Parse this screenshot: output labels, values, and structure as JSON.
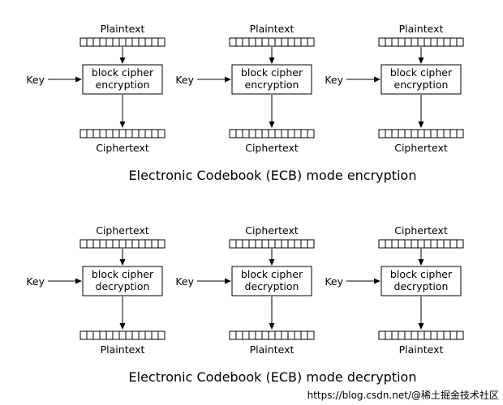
{
  "encryption": {
    "caption": "Electronic Codebook (ECB) mode encryption",
    "blocks": [
      {
        "input": "Plaintext",
        "key": "Key",
        "cipher_line1": "block cipher",
        "cipher_line2": "encryption",
        "output": "Ciphertext"
      },
      {
        "input": "Plaintext",
        "key": "Key",
        "cipher_line1": "block cipher",
        "cipher_line2": "encryption",
        "output": "Ciphertext"
      },
      {
        "input": "Plaintext",
        "key": "Key",
        "cipher_line1": "block cipher",
        "cipher_line2": "encryption",
        "output": "Ciphertext"
      }
    ]
  },
  "decryption": {
    "caption": "Electronic Codebook (ECB) mode decryption",
    "blocks": [
      {
        "input": "Ciphertext",
        "key": "Key",
        "cipher_line1": "block cipher",
        "cipher_line2": "decryption",
        "output": "Plaintext"
      },
      {
        "input": "Ciphertext",
        "key": "Key",
        "cipher_line1": "block cipher",
        "cipher_line2": "decryption",
        "output": "Plaintext"
      },
      {
        "input": "Ciphertext",
        "key": "Key",
        "cipher_line1": "block cipher",
        "cipher_line2": "decryption",
        "output": "Plaintext"
      }
    ]
  },
  "watermark": "https://blog.csdn.net/@稀土掘金技术社区"
}
